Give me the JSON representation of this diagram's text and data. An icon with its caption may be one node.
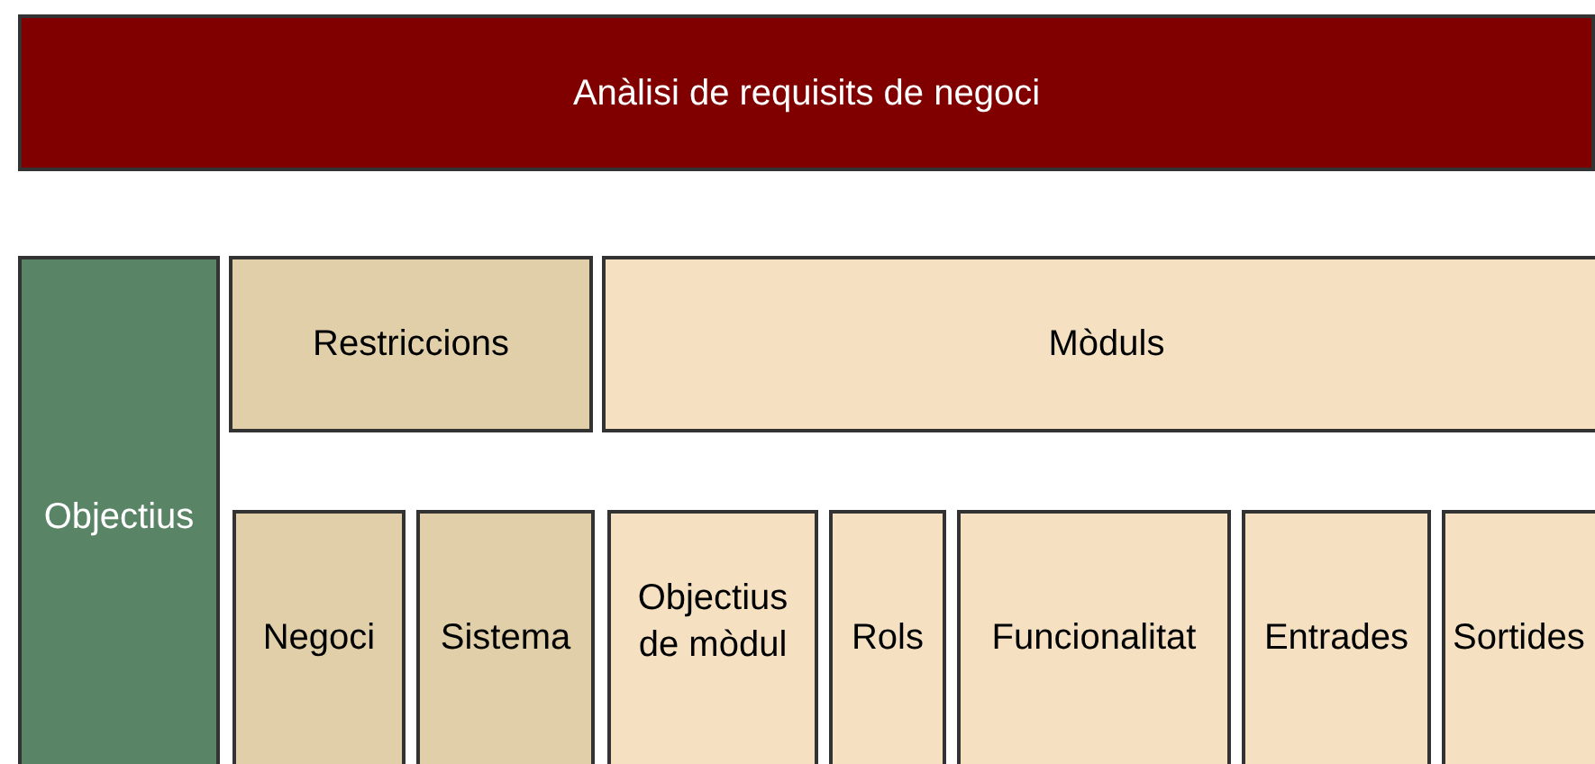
{
  "diagram": {
    "nodes": [
      {
        "text": [
          "Anàlisi de requisits de negoci"
        ]
      },
      {
        "text": [
          "Objectius"
        ]
      },
      {
        "text": [
          "Restriccions"
        ]
      },
      {
        "text": [
          "Mòduls"
        ]
      },
      {
        "text": [
          "Negoci"
        ]
      },
      {
        "text": [
          "Sistema"
        ]
      },
      {
        "text": [
          "Objectius de mòdul"
        ]
      },
      {
        "text": [
          "Rols"
        ]
      },
      {
        "text": [
          "Funcionalitat"
        ]
      },
      {
        "text": [
          "Entrades"
        ]
      },
      {
        "text": [
          "Sortides"
        ]
      }
    ]
  }
}
